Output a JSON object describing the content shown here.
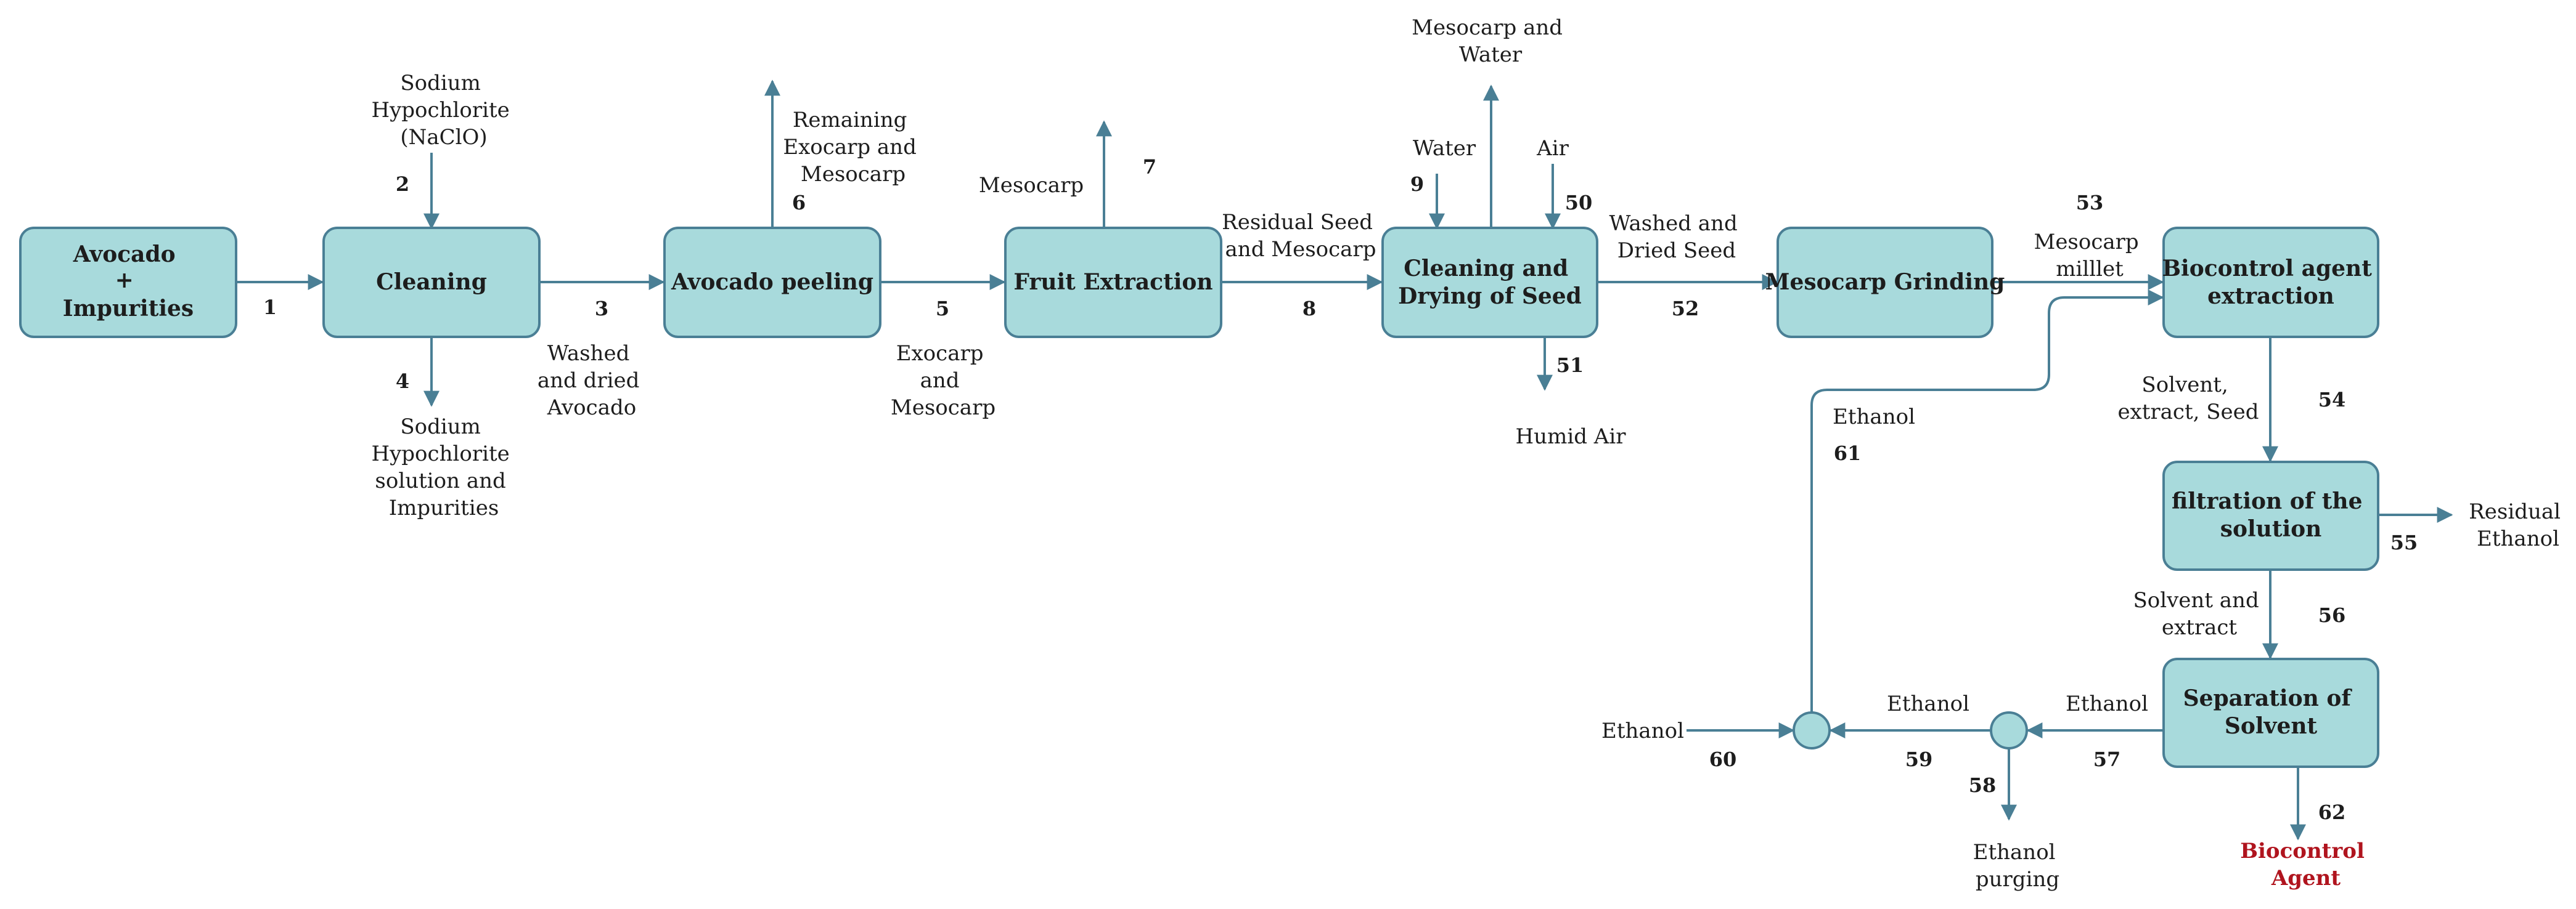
{
  "boxes": {
    "avocado": [
      "Avocado",
      "+",
      "Impurities"
    ],
    "cleaning": [
      "Cleaning"
    ],
    "peeling": [
      "Avocado peeling"
    ],
    "extraction": [
      "Fruit Extraction"
    ],
    "drying": [
      "Cleaning and",
      "Drying of Seed"
    ],
    "grinding": [
      "Mesocarp Grinding"
    ],
    "biocontrol": [
      "Biocontrol agent",
      "extraction"
    ],
    "filtration": [
      "filtration of the",
      "solution"
    ],
    "separation": [
      "Separation of",
      "Solvent"
    ]
  },
  "labels": {
    "naclo": [
      "Sodium",
      "Hypochlorite",
      "(NaClO)"
    ],
    "naclo_out": [
      "Sodium",
      "Hypochlorite",
      "solution and",
      "Impurities"
    ],
    "washed_avocado": [
      "Washed",
      "and dried",
      "Avocado"
    ],
    "remaining": [
      "Remaining",
      "Exocarp and",
      "Mesocarp"
    ],
    "exocarp": [
      "Exocarp",
      "and",
      "Mesocarp"
    ],
    "mesocarp_out": [
      "Mesocarp"
    ],
    "residual_seed": [
      "Residual Seed",
      "and Mesocarp"
    ],
    "mesocarp_water": [
      "Mesocarp and",
      "Water"
    ],
    "water_in": [
      "Water"
    ],
    "air_in": [
      "Air"
    ],
    "humid_air": [
      "Humid Air"
    ],
    "washed_seed": [
      "Washed and",
      "Dried Seed"
    ],
    "mesocarp_millet": [
      "Mesocarp",
      "milllet"
    ],
    "solvent_extract_seed": [
      "Solvent,",
      "extract, Seed"
    ],
    "residual_ethanol": [
      "Residual",
      "Ethanol"
    ],
    "solvent_extract": [
      "Solvent and",
      "extract"
    ],
    "ethanol_57": [
      "Ethanol"
    ],
    "ethanol_59": [
      "Ethanol"
    ],
    "ethanol_in": [
      "Ethanol"
    ],
    "ethanol_61": [
      "Ethanol"
    ],
    "ethanol_purging": [
      "Ethanol",
      "purging"
    ],
    "biocontrol_agent": [
      "Biocontrol",
      "Agent"
    ]
  },
  "streams": {
    "s1": "1",
    "s2": "2",
    "s3": "3",
    "s4": "4",
    "s5": "5",
    "s6": "6",
    "s7": "7",
    "s8": "8",
    "s9": "9",
    "s50": "50",
    "s51": "51",
    "s52": "52",
    "s53": "53",
    "s54": "54",
    "s55": "55",
    "s56": "56",
    "s57": "57",
    "s58": "58",
    "s59": "59",
    "s60": "60",
    "s61": "61",
    "s62": "62"
  },
  "colors": {
    "box_fill": "#a8dadc",
    "box_stroke": "#4a7f95",
    "product_text": "#b0141e"
  }
}
